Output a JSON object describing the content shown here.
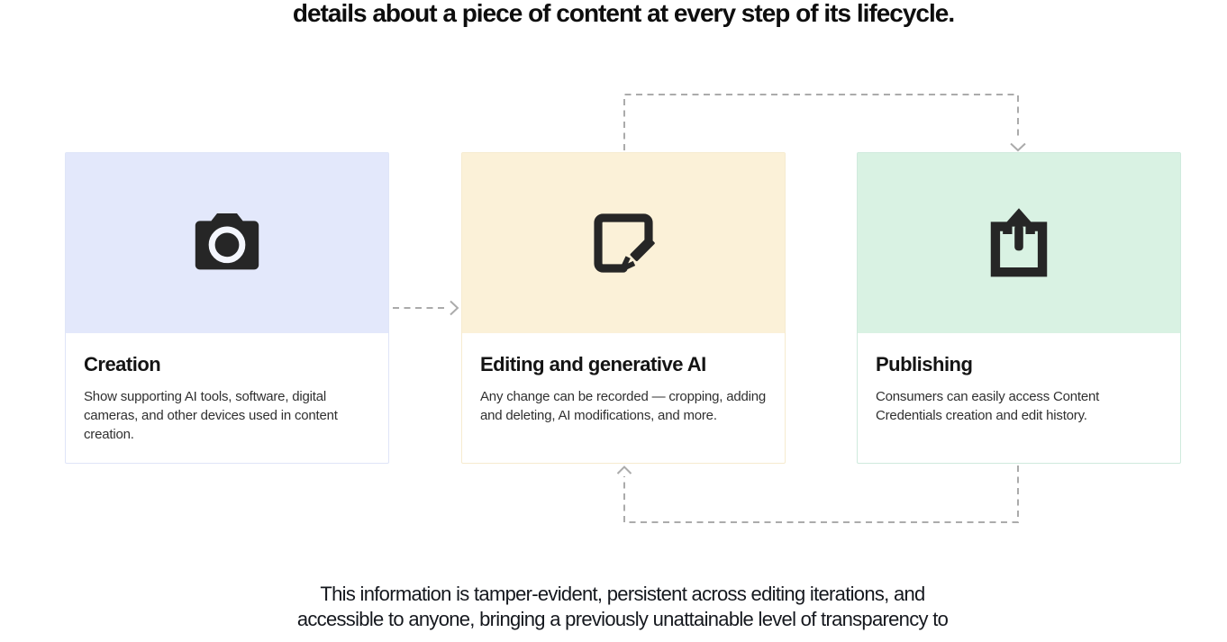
{
  "page": {
    "heading": "details about a piece of content at every step of its lifecycle.",
    "heading_color": "#0E0E0E",
    "background_color": "#FFFFFF",
    "footer": {
      "line1": "This information is tamper-evident, persistent across editing iterations, and",
      "line2": "accessible to anyone, bringing a previously unattainable level of transparency to",
      "color": "#15181E"
    }
  },
  "diagram": {
    "connector_color": "#ABABAB",
    "icon_color": "#262626",
    "camera_lens_color": "#F4F6FD",
    "cards": [
      {
        "id": "creation",
        "title": "Creation",
        "description": "Show supporting AI tools, software, digital cameras, and other devices used in content creation.",
        "icon": "camera-icon",
        "header_bg": "#E3E8FB",
        "border_color": "#DFE5F8"
      },
      {
        "id": "editing-and-generative-ai",
        "title": "Editing and generative AI",
        "description": "Any change can be recorded — cropping, adding and deleting, AI modifications, and more.",
        "icon": "edit-icon",
        "header_bg": "#FBF1D8",
        "border_color": "#F6EBCF"
      },
      {
        "id": "publishing",
        "title": "Publishing",
        "description": "Consumers can easily access Content Credentials creation and edit history.",
        "icon": "share-icon",
        "header_bg": "#D9F2E3",
        "border_color": "#CFEADD"
      }
    ],
    "connectors": [
      {
        "from": "creation",
        "to": "editing-and-generative-ai",
        "style": "dashed"
      },
      {
        "from": "editing-and-generative-ai",
        "to": "publishing",
        "style": "dashed"
      },
      {
        "from": "publishing",
        "to": "editing-and-generative-ai",
        "style": "dashed"
      }
    ]
  }
}
